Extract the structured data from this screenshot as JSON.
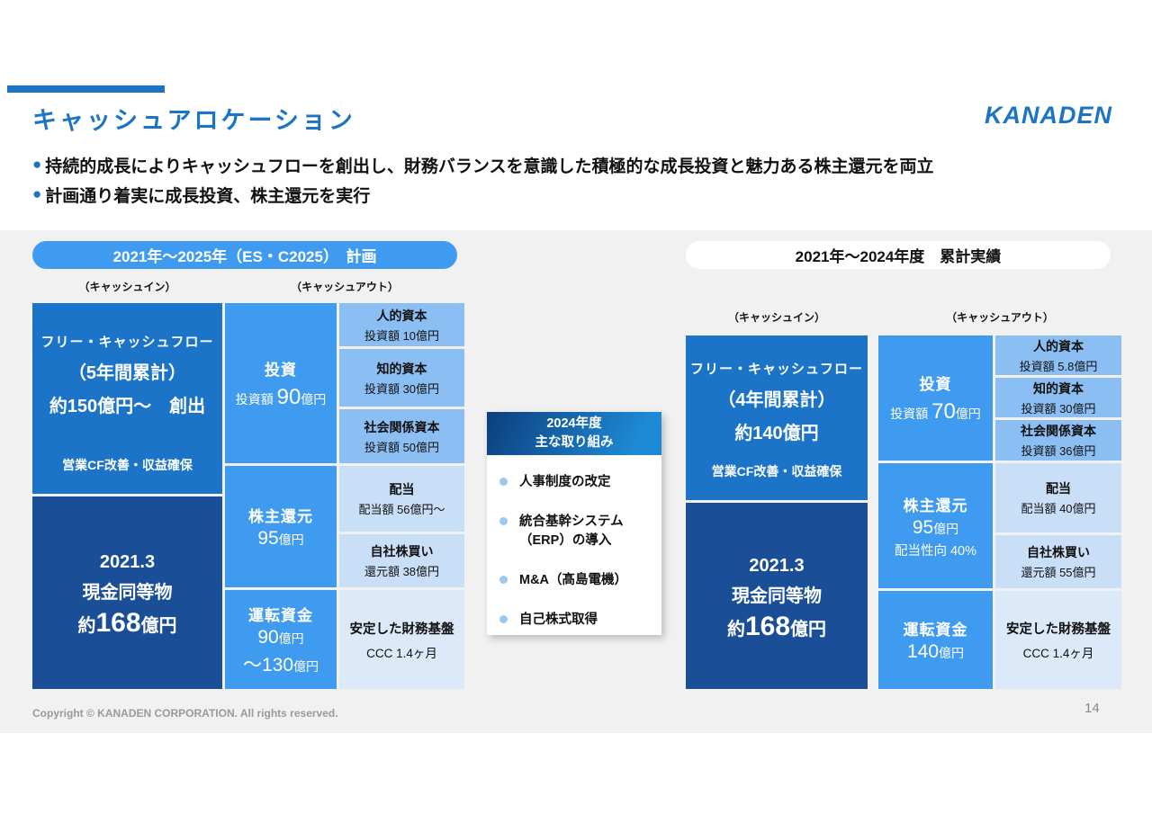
{
  "header": {
    "title": "キャッシュアロケーション",
    "logo": "KANADEN",
    "bullet_glyph": "●",
    "bullet1": "持続的成長によりキャッシュフローを創出し、財務バランスを意識した積極的な成長投資と魅力ある株主還元を両立",
    "bullet2": "計画通り着実に成長投資、株主還元を実行"
  },
  "plan": {
    "title": "2021年〜2025年（ES・C2025）　計画",
    "cash_in_label": "（キャッシュイン）",
    "cash_out_label": "（キャッシュアウト）",
    "fcf_line1": "フリー・キャッシュフロー",
    "fcf_line2": "（5年間累計）",
    "fcf_line3": "約150億円〜　創出",
    "fcf_footer": "営業CF改善・収益確保",
    "cash_line1": "2021.3",
    "cash_line2": "現金同等物",
    "cash_prefix": "約",
    "cash_value": "168",
    "cash_suffix": "億円",
    "invest_label": "投資",
    "invest_prefix": "投資額 ",
    "invest_value": "90",
    "invest_suffix": "億円",
    "return_label": "株主還元",
    "return_value": "95",
    "return_suffix": "億円",
    "working_label": "運転資金",
    "working_value1": "90",
    "working_suffix1": "億円",
    "working_value2": "〜130",
    "working_suffix2": "億円",
    "sub_invest": [
      {
        "title": "人的資本",
        "sub": "投資額 10億円"
      },
      {
        "title": "知的資本",
        "sub": "投資額 30億円"
      },
      {
        "title": "社会関係資本",
        "sub": "投資額 50億円"
      }
    ],
    "sub_return": [
      {
        "title": "配当",
        "sub": "配当額 56億円〜"
      },
      {
        "title": "自社株買い",
        "sub": "還元額 38億円"
      }
    ],
    "base_title": "安定した財務基盤",
    "base_sub": "CCC 1.4ヶ月"
  },
  "initiatives": {
    "header_line1": "2024年度",
    "header_line2": "主な取り組み",
    "items": [
      "人事制度の改定",
      "統合基幹システム\n（ERP）の導入",
      "M&A（髙島電機）",
      "自己株式取得"
    ]
  },
  "results": {
    "title": "2021年〜2024年度　累計実績",
    "cash_in_label": "（キャッシュイン）",
    "cash_out_label": "（キャッシュアウト）",
    "fcf_line1": "フリー・キャッシュフロー",
    "fcf_line2": "（4年間累計）",
    "fcf_line3": "約140億円",
    "fcf_footer": "営業CF改善・収益確保",
    "cash_line1": "2021.3",
    "cash_line2": "現金同等物",
    "cash_prefix": "約",
    "cash_value": "168",
    "cash_suffix": "億円",
    "invest_label": "投資",
    "invest_prefix": "投資額 ",
    "invest_value": "70",
    "invest_suffix": "億円",
    "return_label": "株主還元",
    "return_value": "95",
    "return_suffix": "億円",
    "return_extra": "配当性向 40%",
    "working_label": "運転資金",
    "working_value1": "140",
    "working_suffix1": "億円",
    "sub_invest": [
      {
        "title": "人的資本",
        "sub": "投資額 5.8億円"
      },
      {
        "title": "知的資本",
        "sub": "投資額 30億円"
      },
      {
        "title": "社会関係資本",
        "sub": "投資額 36億円"
      }
    ],
    "sub_return": [
      {
        "title": "配当",
        "sub": "配当額 40億円"
      },
      {
        "title": "自社株買い",
        "sub": "還元額 55億円"
      }
    ],
    "base_title": "安定した財務基盤",
    "base_sub": "CCC 1.4ヶ月"
  },
  "footer": {
    "copyright": "Copyright © KANADEN CORPORATION. All rights reserved.",
    "page_number": "14"
  },
  "colors": {
    "accent_blue": "#1b74c4",
    "pill_blue": "#3f9bef",
    "box_mid_blue": "#1b74c8",
    "box_dark_blue": "#1a4e96",
    "box_bright_blue": "#3f9bef",
    "box_light_blue": "#8bbef2",
    "box_lighter_blue": "#c9def7",
    "box_lightest_blue": "#dbe9f8",
    "panel_gray": "#f1f1f2"
  }
}
